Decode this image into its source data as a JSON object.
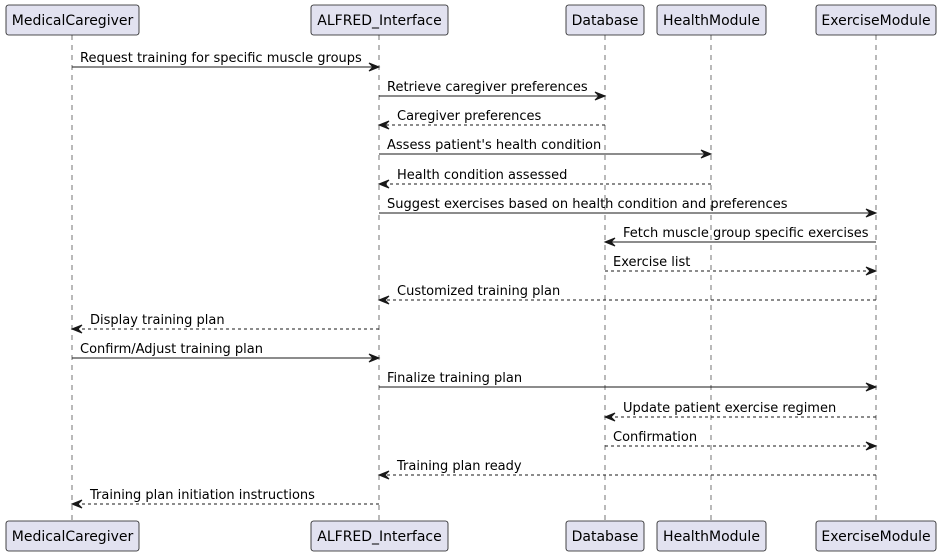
{
  "participants": [
    {
      "id": "caregiver",
      "name": "MedicalCaregiver"
    },
    {
      "id": "alfred",
      "name": "ALFRED_Interface"
    },
    {
      "id": "database",
      "name": "Database"
    },
    {
      "id": "health",
      "name": "HealthModule"
    },
    {
      "id": "exercise",
      "name": "ExerciseModule"
    }
  ],
  "messages": [
    {
      "from": "caregiver",
      "to": "alfred",
      "label": "Request training for specific muscle groups",
      "style": "solid"
    },
    {
      "from": "alfred",
      "to": "database",
      "label": "Retrieve caregiver preferences",
      "style": "solid"
    },
    {
      "from": "database",
      "to": "alfred",
      "label": "Caregiver preferences",
      "style": "dashed"
    },
    {
      "from": "alfred",
      "to": "health",
      "label": "Assess patient's health condition",
      "style": "solid"
    },
    {
      "from": "health",
      "to": "alfred",
      "label": "Health condition assessed",
      "style": "dashed"
    },
    {
      "from": "alfred",
      "to": "exercise",
      "label": "Suggest exercises based on health condition and preferences",
      "style": "solid"
    },
    {
      "from": "exercise",
      "to": "database",
      "label": "Fetch muscle group specific exercises",
      "style": "solid"
    },
    {
      "from": "database",
      "to": "exercise",
      "label": "Exercise list",
      "style": "dashed"
    },
    {
      "from": "exercise",
      "to": "alfred",
      "label": "Customized training plan",
      "style": "dashed"
    },
    {
      "from": "alfred",
      "to": "caregiver",
      "label": "Display training plan",
      "style": "dashed"
    },
    {
      "from": "caregiver",
      "to": "alfred",
      "label": "Confirm/Adjust training plan",
      "style": "solid"
    },
    {
      "from": "alfred",
      "to": "exercise",
      "label": "Finalize training plan",
      "style": "solid"
    },
    {
      "from": "exercise",
      "to": "database",
      "label": "Update patient exercise regimen",
      "style": "dashed"
    },
    {
      "from": "database",
      "to": "exercise",
      "label": "Confirmation",
      "style": "dashed"
    },
    {
      "from": "exercise",
      "to": "alfred",
      "label": "Training plan ready",
      "style": "dashed"
    },
    {
      "from": "alfred",
      "to": "caregiver",
      "label": "Training plan initiation instructions",
      "style": "dashed"
    }
  ],
  "colors": {
    "participant_fill": "#e2e2f0",
    "line": "#181818",
    "text": "#000000"
  }
}
